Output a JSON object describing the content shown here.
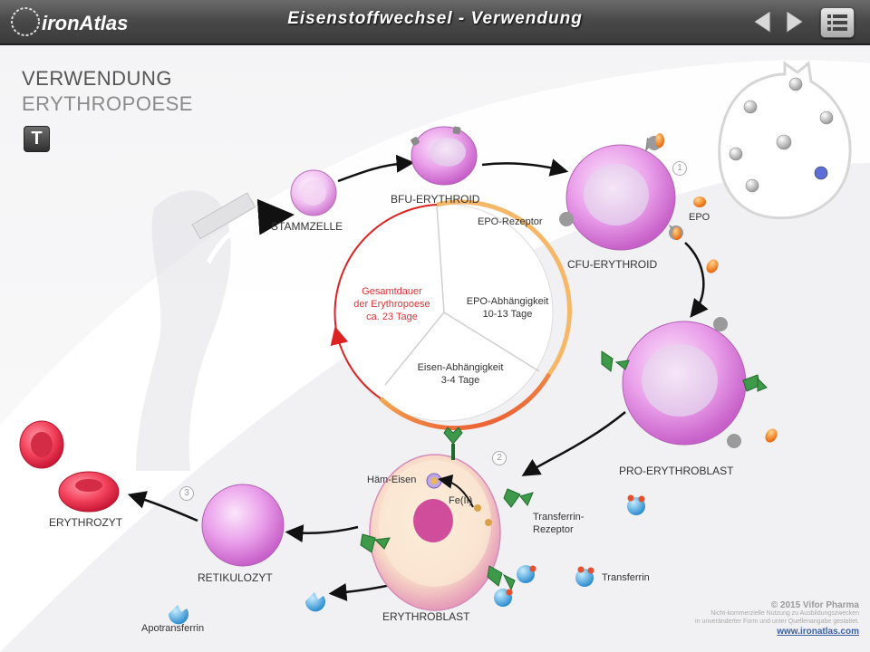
{
  "header": {
    "logo_text": "ironAtlas",
    "title": "Eisenstoffwechsel - Verwendung"
  },
  "nav": {
    "prev_icon": "arrow-left-icon",
    "next_icon": "arrow-right-icon",
    "menu_icon": "list-menu-icon"
  },
  "heading": {
    "line1": "VERWENDUNG",
    "line2": "ERYTHROPOESE",
    "text_button": "T"
  },
  "cells": {
    "stammzelle": "STAMMZELLE",
    "bfu": "BFU-ERYTHROID",
    "cfu": "CFU-ERYTHROID",
    "pro": "PRO-ERYTHROBLAST",
    "erythroblast": "ERYTHROBLAST",
    "retikulozyt": "RETIKULOZYT",
    "erythrozyt": "ERYTHROZYT"
  },
  "labels": {
    "epo_rezeptor": "EPO-Rezeptor",
    "epo": "EPO",
    "haem_eisen": "Häm-Eisen",
    "fe": "Fe(II)",
    "transferrin_rezeptor_1": "Transferrin-",
    "transferrin_rezeptor_2": "Rezeptor",
    "transferrin": "Transferrin",
    "apotransferrin": "Apotransferrin"
  },
  "pie": {
    "total_1": "Gesamtdauer",
    "total_2": "der Erythropoese",
    "total_3": "ca. 23 Tage",
    "epo_1": "EPO-Abhängigkeit",
    "epo_2": "10-13 Tage",
    "iron_1": "Eisen-Abhängigkeit",
    "iron_2": "3-4 Tage"
  },
  "steps": [
    "1",
    "2",
    "3"
  ],
  "colors": {
    "accent_red": "#dd2222",
    "accent_orange": "#f0a040",
    "cell_pink": "#e890e8",
    "receptor_green": "#3e9a4a",
    "transferrin_blue": "#3a9ed8"
  },
  "footer": {
    "copyright": "© 2015 Vifor Pharma",
    "note1": "Nicht-kommerzielle Nutzung zu Ausbildungszwecken",
    "note2": "in unveränderter Form und unter Quellenangabe gestattet.",
    "url": "www.ironatlas.com"
  }
}
